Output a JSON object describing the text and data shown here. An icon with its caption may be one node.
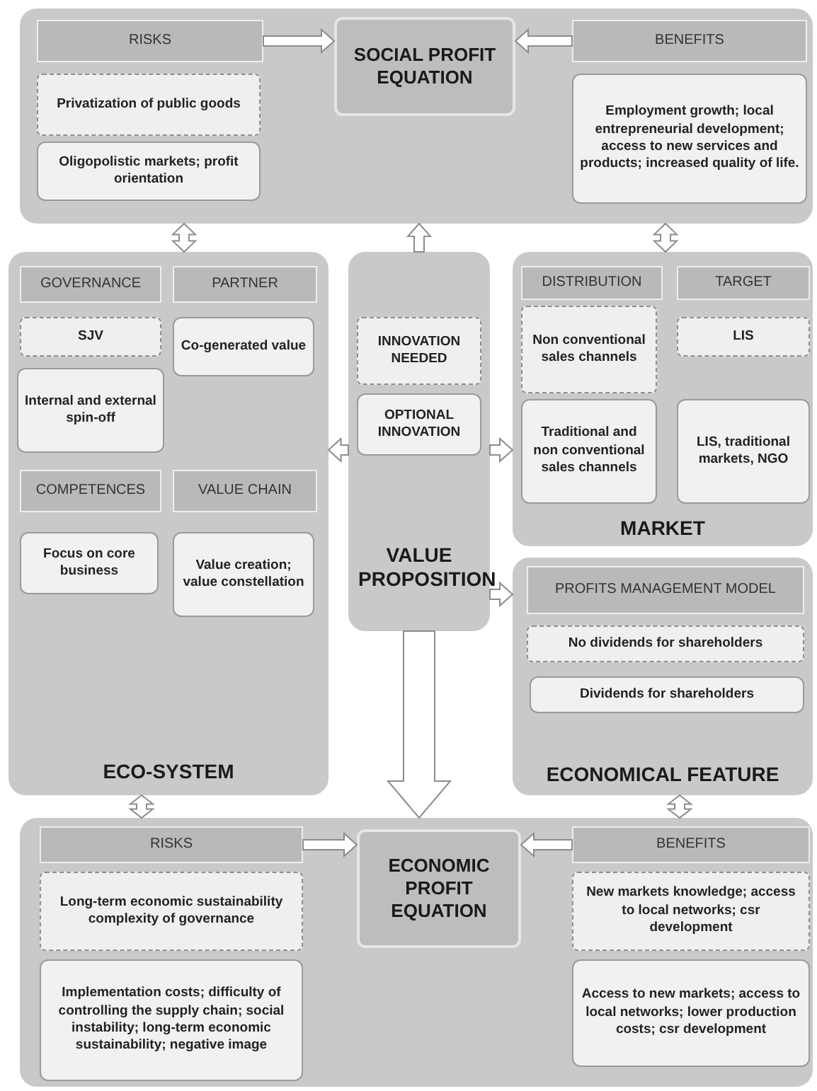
{
  "diagram": {
    "nodes": [
      {
        "text": [],
        "shape": "box"
      },
      {
        "text": [
          "RISKS"
        ],
        "in": 0
      },
      {
        "text": [
          "Privatization of public goods"
        ],
        "in": 0
      },
      {
        "text": [
          "Oligopolistic markets; profit orientation"
        ],
        "in": 0
      },
      {
        "text": [
          "SOCIAL PROFIT EQUATION"
        ],
        "in": 0
      },
      {
        "text": [
          "BENEFITS"
        ],
        "in": 0
      },
      {
        "text": [
          "Employment growth; local entrepreneurial development; access to new services and products; increased quality of life."
        ],
        "in": 0
      },
      {
        "text": [
          "ECO-SYSTEM"
        ]
      },
      {
        "text": [
          "GOVERNANCE"
        ],
        "in": 7
      },
      {
        "text": [
          "PARTNER"
        ],
        "in": 7
      },
      {
        "text": [
          "SJV"
        ],
        "in": 7
      },
      {
        "text": [
          "Co-generated value"
        ],
        "in": 7
      },
      {
        "text": [
          "Internal and external spin-off"
        ],
        "in": 7
      },
      {
        "text": [
          "COMPETENCES"
        ],
        "in": 7
      },
      {
        "text": [
          "VALUE CHAIN"
        ],
        "in": 7
      },
      {
        "text": [
          "Focus on core business"
        ],
        "in": 7
      },
      {
        "text": [
          "Value creation; value constellation"
        ],
        "in": 7
      },
      {
        "text": [
          "VALUE PROPOSITION"
        ]
      },
      {
        "text": [
          "INNOVATION NEEDED"
        ],
        "in": 17
      },
      {
        "text": [
          "OPTIONAL INNOVATION"
        ],
        "in": 17
      },
      {
        "text": [
          "MARKET"
        ]
      },
      {
        "text": [
          "DISTRIBUTION"
        ],
        "in": 20
      },
      {
        "text": [
          "TARGET"
        ],
        "in": 20
      },
      {
        "text": [
          "Non conventional sales channels"
        ],
        "in": 20
      },
      {
        "text": [
          "LIS"
        ],
        "in": 20
      },
      {
        "text": [
          "Traditional and non conventional sales channels"
        ],
        "in": 20
      },
      {
        "text": [
          "LIS, traditional markets, NGO"
        ],
        "in": 20
      },
      {
        "text": [
          "ECONOMICAL FEATURE"
        ]
      },
      {
        "text": [
          "PROFITS MANAGEMENT MODEL"
        ],
        "in": 27
      },
      {
        "text": [
          "No dividends for shareholders"
        ],
        "in": 27
      },
      {
        "text": [
          "Dividends for shareholders"
        ],
        "in": 27
      },
      {
        "text": [],
        "shape": "box"
      },
      {
        "text": [
          "RISKS"
        ],
        "in": 31
      },
      {
        "text": [
          "Long-term economic sustainability complexity of governance"
        ],
        "in": 31
      },
      {
        "text": [
          "Implementation costs; difficulty of controlling the supply chain; social instability; long-term economic sustainability; negative image"
        ],
        "in": 31
      },
      {
        "text": [
          "ECONOMIC PROFIT EQUATION"
        ],
        "in": 31
      },
      {
        "text": [
          "BENEFITS"
        ],
        "in": 31
      },
      {
        "text": [
          "New markets knowledge; access to local networks; csr development"
        ],
        "in": 31
      },
      {
        "text": [
          "Access to new markets; access to local networks; lower production costs; csr development"
        ],
        "in": 31
      }
    ],
    "edges": [
      {
        "from": 1,
        "to": 4,
        "arrow": "to"
      },
      {
        "from": 5,
        "to": 4,
        "arrow": "to"
      },
      {
        "from": 7,
        "to": 0,
        "arrow": "both"
      },
      {
        "from": 20,
        "to": 0,
        "arrow": "both"
      },
      {
        "from": 17,
        "to": 0,
        "arrow": "to"
      },
      {
        "from": 17,
        "to": 7,
        "arrow": "to"
      },
      {
        "from": 17,
        "to": 20,
        "arrow": "to"
      },
      {
        "from": 17,
        "to": 27,
        "arrow": "to"
      },
      {
        "from": 17,
        "to": 31,
        "arrow": "to",
        "style": "thick"
      },
      {
        "from": 7,
        "to": 31,
        "arrow": "both"
      },
      {
        "from": 27,
        "to": 31,
        "arrow": "both"
      },
      {
        "from": 32,
        "to": 35,
        "arrow": "to"
      },
      {
        "from": 36,
        "to": 35,
        "arrow": "to"
      }
    ]
  }
}
